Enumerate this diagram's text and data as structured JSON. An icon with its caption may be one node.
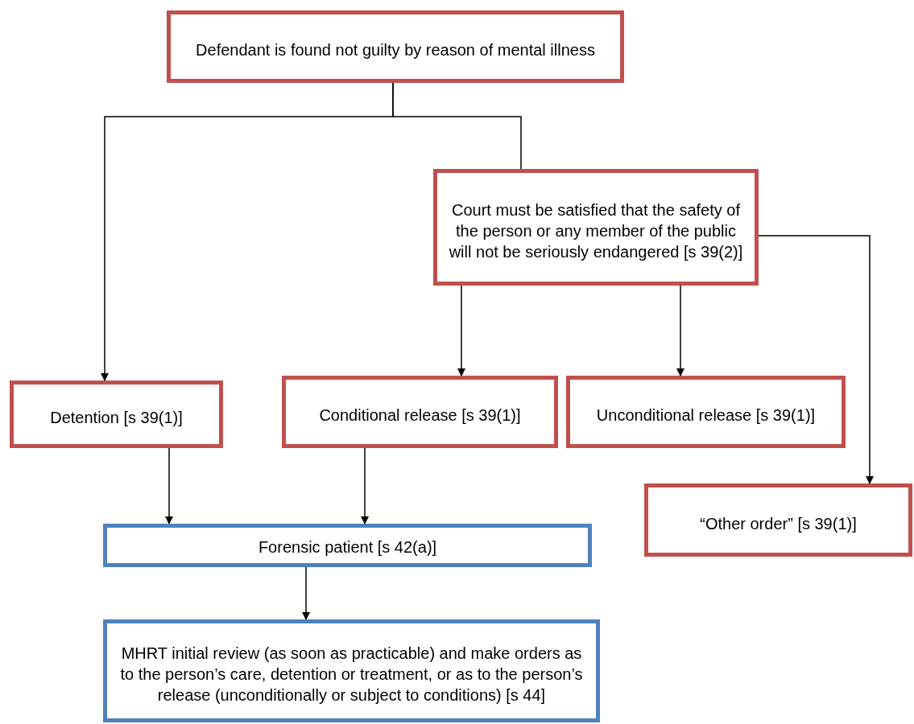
{
  "diagram": {
    "nodes": [
      {
        "text": [
          "Defendant is found not guilty by reason of mental illness"
        ]
      },
      {
        "text": [
          "Court must be satisfied that the safety of the person or any member of the public will not be seriously endangered [s 39(2)]"
        ]
      },
      {
        "text": [
          "Detention [s 39(1)]"
        ]
      },
      {
        "text": [
          "Conditional release [s 39(1)]"
        ]
      },
      {
        "text": [
          "Unconditional release [s 39(1)]"
        ]
      },
      {
        "text": [
          "“Other order” [s 39(1)]"
        ]
      },
      {
        "text": [
          "Forensic patient [s 42(a)]"
        ]
      },
      {
        "text": [
          "MHRT initial review (as soon as practicable) and make orders as to the person’s care, detention or treatment, or as to the person’s release (unconditionally or subject to conditions) [s 44]"
        ]
      }
    ],
    "edges": [
      {
        "from": 0,
        "to": 2,
        "arrow": "to"
      },
      {
        "from": 0,
        "to": 1,
        "arrow": "none"
      },
      {
        "from": 1,
        "to": 3,
        "arrow": "to"
      },
      {
        "from": 1,
        "to": 4,
        "arrow": "to"
      },
      {
        "from": 1,
        "to": 5,
        "arrow": "to"
      },
      {
        "from": 2,
        "to": 6,
        "arrow": "to"
      },
      {
        "from": 3,
        "to": 6,
        "arrow": "to"
      },
      {
        "from": 6,
        "to": 7,
        "arrow": "to"
      }
    ]
  }
}
